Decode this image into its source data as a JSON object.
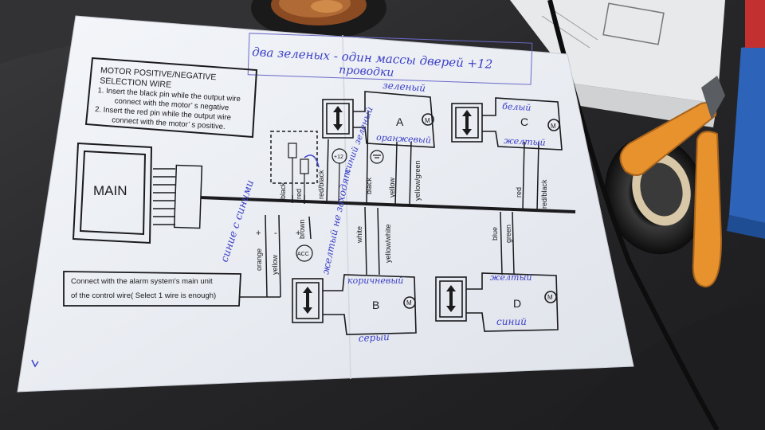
{
  "diagram": {
    "title_box": {
      "line1": "MOTOR POSITIVE/NEGATIVE",
      "line2": "SELECTION WIRE",
      "item1a": "1. Insert the black pin while the output wire",
      "item1b": "connect with the motor’ s negative",
      "item2a": "2. Insert the red pin while the output wire",
      "item2b": "connect with the motor’ s positive."
    },
    "main_label": "MAIN",
    "alarm_box": {
      "line1": "Connect with the alarm system's main unit",
      "line2": "of the control wire( Select 1 wire is enough)"
    },
    "motors": {
      "a": "A",
      "b": "B",
      "c": "C",
      "d": "D",
      "motor_symbol": "M"
    },
    "wires": {
      "black": "black",
      "red": "red",
      "red_black": "red/black",
      "black2": "black",
      "yellow": "yellow",
      "yellow_green": "yellow/green",
      "red_c": "red",
      "red_black_c": "red/black",
      "white": "white",
      "yellow_white": "yellow/white",
      "blue": "blue",
      "green": "green",
      "orange": "orange",
      "yellow_left": "yellow",
      "brown": "brown"
    },
    "symbols": {
      "acc": "ACC",
      "plus12": "+12",
      "plus": "+",
      "minus": "-"
    }
  },
  "handwriting": {
    "top_line1": "два зеленых - один массы дверей +12",
    "top_line2": "проводки",
    "a_top": "зеленый",
    "a_wires": "оранжевый",
    "a_side": "синий зеленый",
    "c_top": "белый",
    "c_wires": "желтый",
    "left_vertical": "синие с синими",
    "brown_vertical": "желтый не заходят",
    "b_wires": "коричневый",
    "b_bottom": "серый",
    "d_wires": "желтый",
    "d_bottom": "синий"
  },
  "colors": {
    "paper": "#eef1f6",
    "ink": "#1b1b1e",
    "pen": "#3b3fc8",
    "tape": "#e8922e"
  }
}
